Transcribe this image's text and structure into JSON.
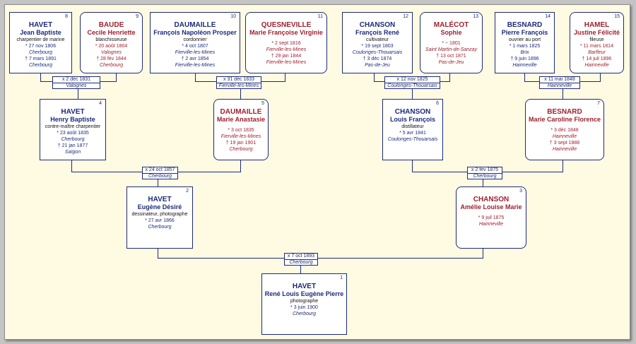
{
  "persons": {
    "p1": {
      "num": "1",
      "surname": "HAVET",
      "given": "René Louis Eugène Pierre",
      "occupation": "photographe",
      "birth": "* 3 juin 1900",
      "birth_place": "Cherbourg"
    },
    "p2": {
      "num": "2",
      "surname": "HAVET",
      "given": "Eugène Désiré",
      "occupation": "dessinateur, photographe",
      "birth": "* 27 avr 1866",
      "birth_place": "Cherbourg"
    },
    "p3": {
      "num": "3",
      "surname": "CHANSON",
      "given": "Amélie Louise Marie",
      "birth": "* 9 juil 1875",
      "birth_place": "Hainneville"
    },
    "p4": {
      "num": "4",
      "surname": "HAVET",
      "given": "Henry Baptiste",
      "occupation": "contre-maître charpentier",
      "birth": "* 23 août 1835",
      "birth_place": "Cherbourg",
      "death": "† 21 jan 1877",
      "death_place": "Saïgon"
    },
    "p5": {
      "num": "5",
      "surname": "DAUMAILLE",
      "given": "Marie Anastasie",
      "birth": "* 3 oct 1835",
      "birth_place": "Fierville-les-Mines",
      "death": "† 19 jan 1901",
      "death_place": "Cherbourg"
    },
    "p6": {
      "num": "6",
      "surname": "CHANSON",
      "given": "Louis François",
      "occupation": "distillateur",
      "birth": "* 5 avr 1841",
      "birth_place": "Coulonges-Thouarsais"
    },
    "p7": {
      "num": "7",
      "surname": "BESNARD",
      "given": "Marie Caroline Florence",
      "birth": "* 3 déc 1848",
      "birth_place": "Hainneville",
      "death": "† 3 sept 1888",
      "death_place": "Hainneville"
    },
    "p8": {
      "num": "8",
      "surname": "HAVET",
      "given": "Jean Baptiste",
      "occupation": "charpentier de marine",
      "birth": "* 27 nov 1806",
      "birth_place": "Cherbourg",
      "death": "† 7 mars 1891",
      "death_place": "Cherbourg"
    },
    "p9": {
      "num": "9",
      "surname": "BAUDE",
      "given": "Cecile Henriette",
      "occupation": "blanchisseuse",
      "birth": "* 20 août 1804",
      "birth_place": "Valognes",
      "death": "† 28 fév 1844",
      "death_place": "Cherbourg"
    },
    "p10": {
      "num": "10",
      "surname": "DAUMAILLE",
      "given": "François Napoléon Prosper",
      "occupation": "cordonnier",
      "birth": "* 4 oct 1807",
      "birth_place": "Fierville-les-Mines",
      "death": "† 2 avr 1854",
      "death_place": "Fierville-les-Mines"
    },
    "p11": {
      "num": "11",
      "surname": "QUESNEVILLE",
      "given": "Marie Françoise Virginie",
      "birth": "* 2 sept 1816",
      "birth_place": "Fierville-les-Mines",
      "death": "† 29 jan 1844",
      "death_place": "Fierville-les-Mines"
    },
    "p12": {
      "num": "12",
      "surname": "CHANSON",
      "given": "François René",
      "occupation": "cultivateur",
      "birth": "* 19 sept 1803",
      "birth_place": "Coulonges-Thouarsais",
      "death": "† 3 déc 1874",
      "death_place": "Pas-de-Jeu"
    },
    "p13": {
      "num": "13",
      "surname": "MALÉCOT",
      "given": "Sophie",
      "birth": "* ~ 1801",
      "birth_place": "Saint Martin-de-Sanzay",
      "death": "† 13 oct 1871",
      "death_place": "Pas-de-Jeu"
    },
    "p14": {
      "num": "14",
      "surname": "BESNARD",
      "given": "Pierre François",
      "occupation": "ouvrier au port",
      "birth": "* 1 mars 1825",
      "birth_place": "Brix",
      "death": "† 9 juin 1896",
      "death_place": "Hainneville"
    },
    "p15": {
      "num": "15",
      "surname": "HAMEL",
      "given": "Justine Félicité",
      "occupation": "fileuse",
      "birth": "* 11 mars 1814",
      "birth_place": "Barfleur",
      "death": "† 14 juil 1896",
      "death_place": "Hainneville"
    }
  },
  "marriages": {
    "m1": {
      "date": "x 7 oct 1893",
      "place": "Cherbourg"
    },
    "m2": {
      "date": "x 24 oct 1857",
      "place": "Cherbourg"
    },
    "m3": {
      "date": "x 2 fév 1875",
      "place": "Cherbourg"
    },
    "m4": {
      "date": "x 2 déc 1831",
      "place": "Valognes"
    },
    "m5": {
      "date": "x 31 déc 1833",
      "place": "Fierville-les-Mines"
    },
    "m6": {
      "date": "x 12 nov 1825",
      "place": "Coulonges-Thouarsais"
    },
    "m7": {
      "date": "x 11 mai 1848",
      "place": "Hainneville"
    }
  },
  "colors": {
    "male": "#1c2a7a",
    "female": "#a0202e",
    "background": "#fffbe2",
    "frame": "#c4c4c4"
  }
}
